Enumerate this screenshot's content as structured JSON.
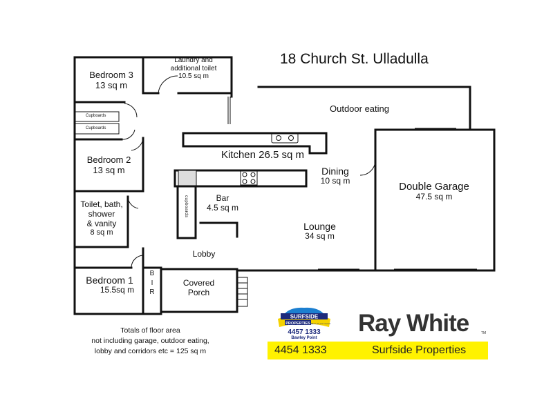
{
  "title": "18 Church St. Ulladulla",
  "rooms": {
    "bedroom3": {
      "name": "Bedroom 3",
      "area": "13 sq m"
    },
    "laundry": {
      "name_line1": "Laundry and",
      "name_line2": "additional toilet",
      "area": "10.5 sq m"
    },
    "outdoor": {
      "name": "Outdoor eating"
    },
    "kitchen": {
      "name": "Kitchen 26.5 sq m"
    },
    "bedroom2": {
      "name": "Bedroom 2",
      "area": "13 sq m"
    },
    "dining": {
      "name": "Dining",
      "area": "10 sq m"
    },
    "garage": {
      "name": "Double Garage",
      "area": "47.5 sq m"
    },
    "bath": {
      "name_line1": "Toilet, bath,",
      "name_line2": "shower",
      "name_line3": "& vanity",
      "area": "8 sq m"
    },
    "bar": {
      "name": "Bar",
      "area": "4.5 sq m"
    },
    "lounge": {
      "name": "Lounge",
      "area": "34 sq m"
    },
    "lobby": {
      "name": "Lobby"
    },
    "bedroom1": {
      "name": "Bedroom 1",
      "area": "15.5sq m"
    },
    "porch": {
      "name_line1": "Covered",
      "name_line2": "Porch"
    }
  },
  "labels": {
    "cupboards1": "Cupboards",
    "cupboards2": "Cupboards",
    "bar_cupboards": "cupboards",
    "bir_b": "B",
    "bir_i": "I",
    "bir_r": "R"
  },
  "notes": {
    "line1": "Totals of floor area",
    "line2": "not including garage, outdoor eating,",
    "line3": "lobby and corridors etc = 125 sq m"
  },
  "branding": {
    "logo_line1": "SURFSIDE",
    "logo_line2": "PROPERTIES",
    "logo_tagline": "We've got you covered",
    "logo_phone": "4457 1333",
    "logo_location": "Bawley Point",
    "brand_name": "Ray White",
    "phone": "4454 1333",
    "office": "Surfside Properties",
    "brand_color": "#fff200",
    "logo_color": "#1c2a7c"
  }
}
